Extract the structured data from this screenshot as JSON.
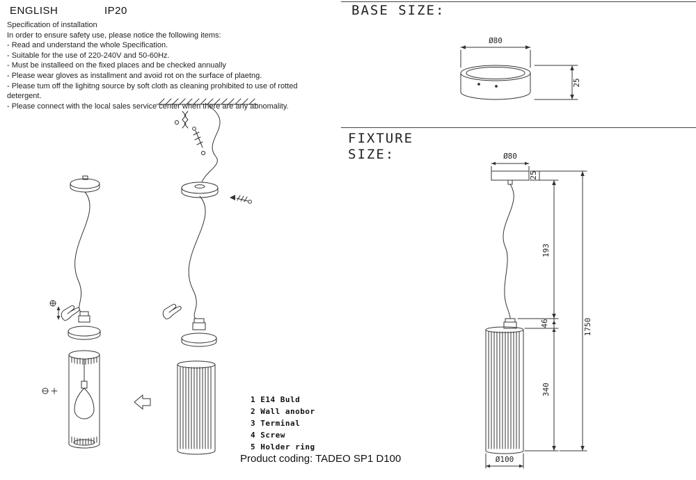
{
  "header": {
    "language": "ENGLISH",
    "ip_rating": "IP20"
  },
  "spec": {
    "title": "Specification of installation",
    "intro": "In order to ensure safety use, please notice the following items:",
    "items": [
      "- Read and understand the whole Specification.",
      "- Suitable for the use of 220-240V and 50-60Hz.",
      "- Must be installeed on the fixed places and be checked annually",
      "- Please wear gloves as installment and avoid rot on the surface of plaetng.",
      "- Please tum off the lighitng source by soft cloth as cleaning prohibited to use of rotted detergent.",
      "- Please connect with the local sales service center when there are any abnomality."
    ]
  },
  "parts": {
    "items": [
      "1 E14 Buld",
      "2 Wall anobor",
      "3 Terminal",
      "4 Screw",
      "5 Holder ring"
    ]
  },
  "base": {
    "title": "BASE SIZE:",
    "dims": {
      "diameter": "Ø80",
      "height": "25"
    }
  },
  "fixture": {
    "title": "FIXTURE SIZE:",
    "dims": {
      "top_diameter": "Ø80",
      "canopy_height": "25",
      "cord": "193",
      "holder": "46",
      "shade": "340",
      "overall": "1750",
      "bottom_diameter": "Ø100"
    }
  },
  "footer": {
    "product_coding": "Product coding: TADEO SP1 D100"
  }
}
